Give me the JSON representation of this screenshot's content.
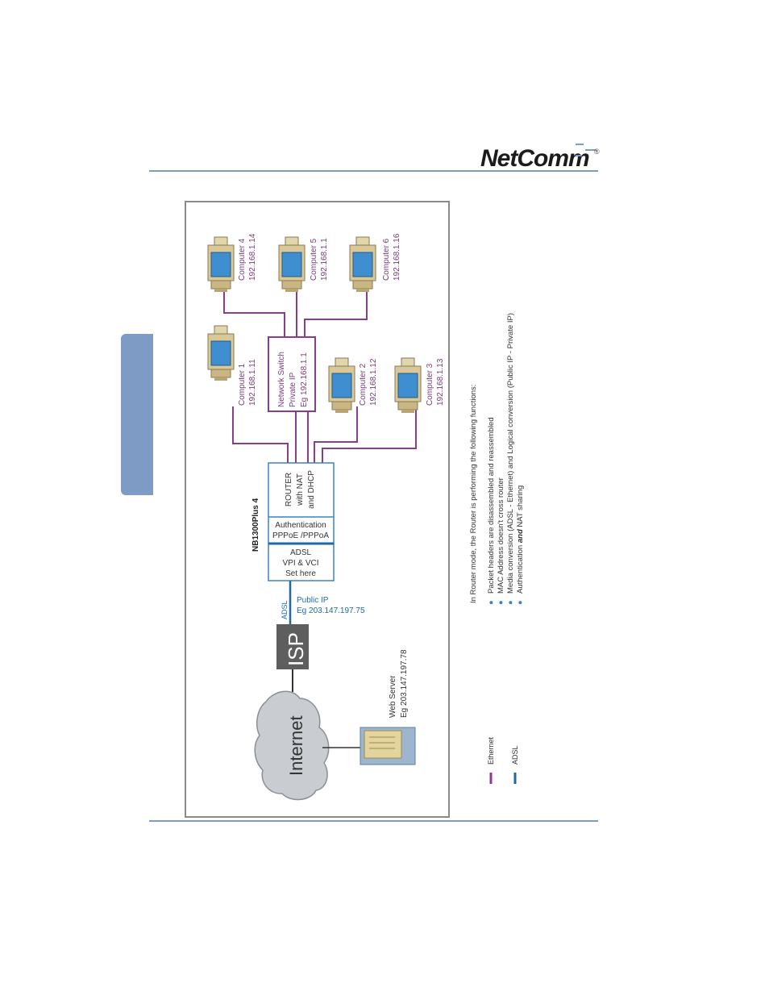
{
  "header": {
    "logo": "NetComm",
    "registered_mark": "®"
  },
  "diagram": {
    "internet_label": "Internet",
    "isp_label": "ISP",
    "web_server": {
      "label": "Web Server",
      "ip": "Eg 203.147.197.78"
    },
    "adsl_link_label": "ADSL",
    "public_ip": {
      "label": "Public IP",
      "ip": "Eg 203.147.197.75"
    },
    "device_name": "NB1300Plus 4",
    "router_box": {
      "adsl": [
        "ADSL",
        "VPI & VCI",
        "Set here"
      ],
      "auth": [
        "Authentication",
        "PPPoE /PPPoA"
      ],
      "router": [
        "ROUTER",
        "with NAT",
        "and DHCP"
      ]
    },
    "switch_box": [
      "Network Switch",
      "Private IP",
      "Eg 192.168.1.1"
    ],
    "computers": [
      {
        "name": "Computer 1",
        "ip": "192.168.1.11"
      },
      {
        "name": "Computer 2",
        "ip": "192.168.1.12"
      },
      {
        "name": "Computer 3",
        "ip": "192.168.1.13"
      },
      {
        "name": "Computer 4",
        "ip": "192.168.1.14"
      },
      {
        "name": "Computer 5",
        "ip": "192.168.1.1"
      },
      {
        "name": "Computer 6",
        "ip": "192.168.1.16"
      }
    ],
    "legend": [
      {
        "label": "Ethernet",
        "color": "#8b3d8b"
      },
      {
        "label": "ADSL",
        "color": "#1f6aa5"
      }
    ]
  },
  "notes": {
    "intro": "In Router mode, the Router is performing the following functions:",
    "bullets": [
      "Packet headers are disassembled and reassembled",
      "MAC Address doesn't cross router",
      "Media conversion (ADSL - Ethernet) and Logical conversion (Public IP - Private IP)"
    ],
    "last_bullet_prefix": "Authentication ",
    "last_bullet_bold": "and",
    "last_bullet_suffix": " NAT sharing"
  },
  "colors": {
    "accent": "#7d9bc4",
    "ethernet": "#8b3d8b",
    "adsl": "#1f6aa5",
    "isp_box": "#5e5e5e"
  }
}
